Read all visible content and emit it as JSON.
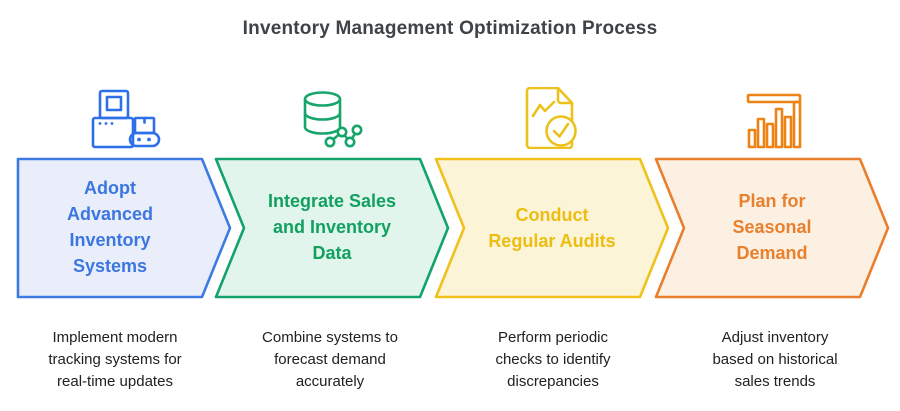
{
  "title": "Inventory Management Optimization Process",
  "colors": {
    "background": "#FFFFFF",
    "title_text": "#3E4347",
    "description_text": "#202124"
  },
  "steps": [
    {
      "label": "Adopt\nAdvanced\nInventory\nSystems",
      "description": "Implement modern\ntracking systems for\nreal-time updates",
      "icon": "inventory-kiosk-icon",
      "border_color": "#3D7BE3",
      "fill_color": "#E9EEFA",
      "text_color": "#3B76E1",
      "icon_color": "#2D6FE8"
    },
    {
      "label": "Integrate Sales\nand Inventory\nData",
      "description": "Combine systems to\nforecast demand\naccurately",
      "icon": "database-network-icon",
      "border_color": "#12A36B",
      "fill_color": "#E2F5EC",
      "text_color": "#12A05F",
      "icon_color": "#16A56B"
    },
    {
      "label": "Conduct\nRegular Audits",
      "description": "Perform periodic\nchecks to identify\ndiscrepancies",
      "icon": "audit-checklist-icon",
      "border_color": "#F0C11A",
      "fill_color": "#FCF4D7",
      "text_color": "#EDBD11",
      "icon_color": "#EDC11C"
    },
    {
      "label": "Plan for\nSeasonal\nDemand",
      "description": "Adjust inventory\nbased on historical\nsales trends",
      "icon": "bar-chart-icon",
      "border_color": "#E97E2D",
      "fill_color": "#FCF0E2",
      "text_color": "#E8802E",
      "icon_color": "#EE8315"
    }
  ]
}
